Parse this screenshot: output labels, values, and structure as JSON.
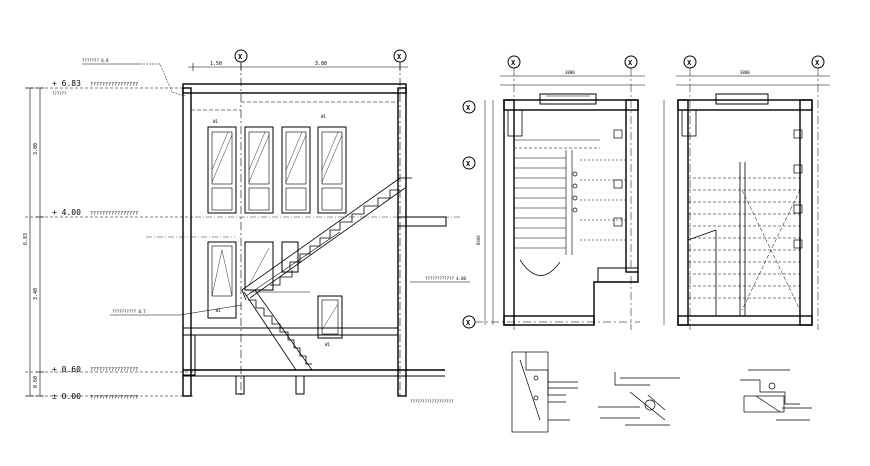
{
  "section": {
    "levels": [
      {
        "label": "6.83",
        "note": "????????????????"
      },
      {
        "label": "4.00",
        "note": "????????????????"
      },
      {
        "label": "0.60",
        "note": "????????????????"
      },
      {
        "label": "0.00",
        "note": "????????????????"
      }
    ],
    "top_note": "??????? 6.8",
    "top_dims": [
      "1.50",
      "3.80"
    ],
    "left_dims": [
      "3.00",
      "3.40",
      "0.60"
    ],
    "total_dim": "6.83",
    "landing_note": "???????????? 4.00",
    "mid_note": "?????????? 0.7",
    "ground_note": "??????????????????",
    "axis_markers": [
      "X",
      "X"
    ],
    "window_tag": "W1"
  },
  "plan_a": {
    "axis_markers": [
      "X",
      "X",
      "X",
      "X",
      "X"
    ],
    "top_dim": "3800",
    "left_dim": "6000"
  },
  "plan_b": {
    "axis_markers": [
      "X",
      "X"
    ],
    "top_dim": "3800"
  }
}
